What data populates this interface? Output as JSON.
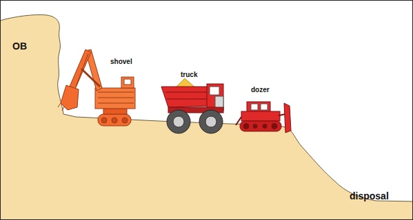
{
  "diagram": {
    "labels": [
      "OB",
      "shovel",
      "truck",
      "dozer",
      "disposal"
    ]
  }
}
